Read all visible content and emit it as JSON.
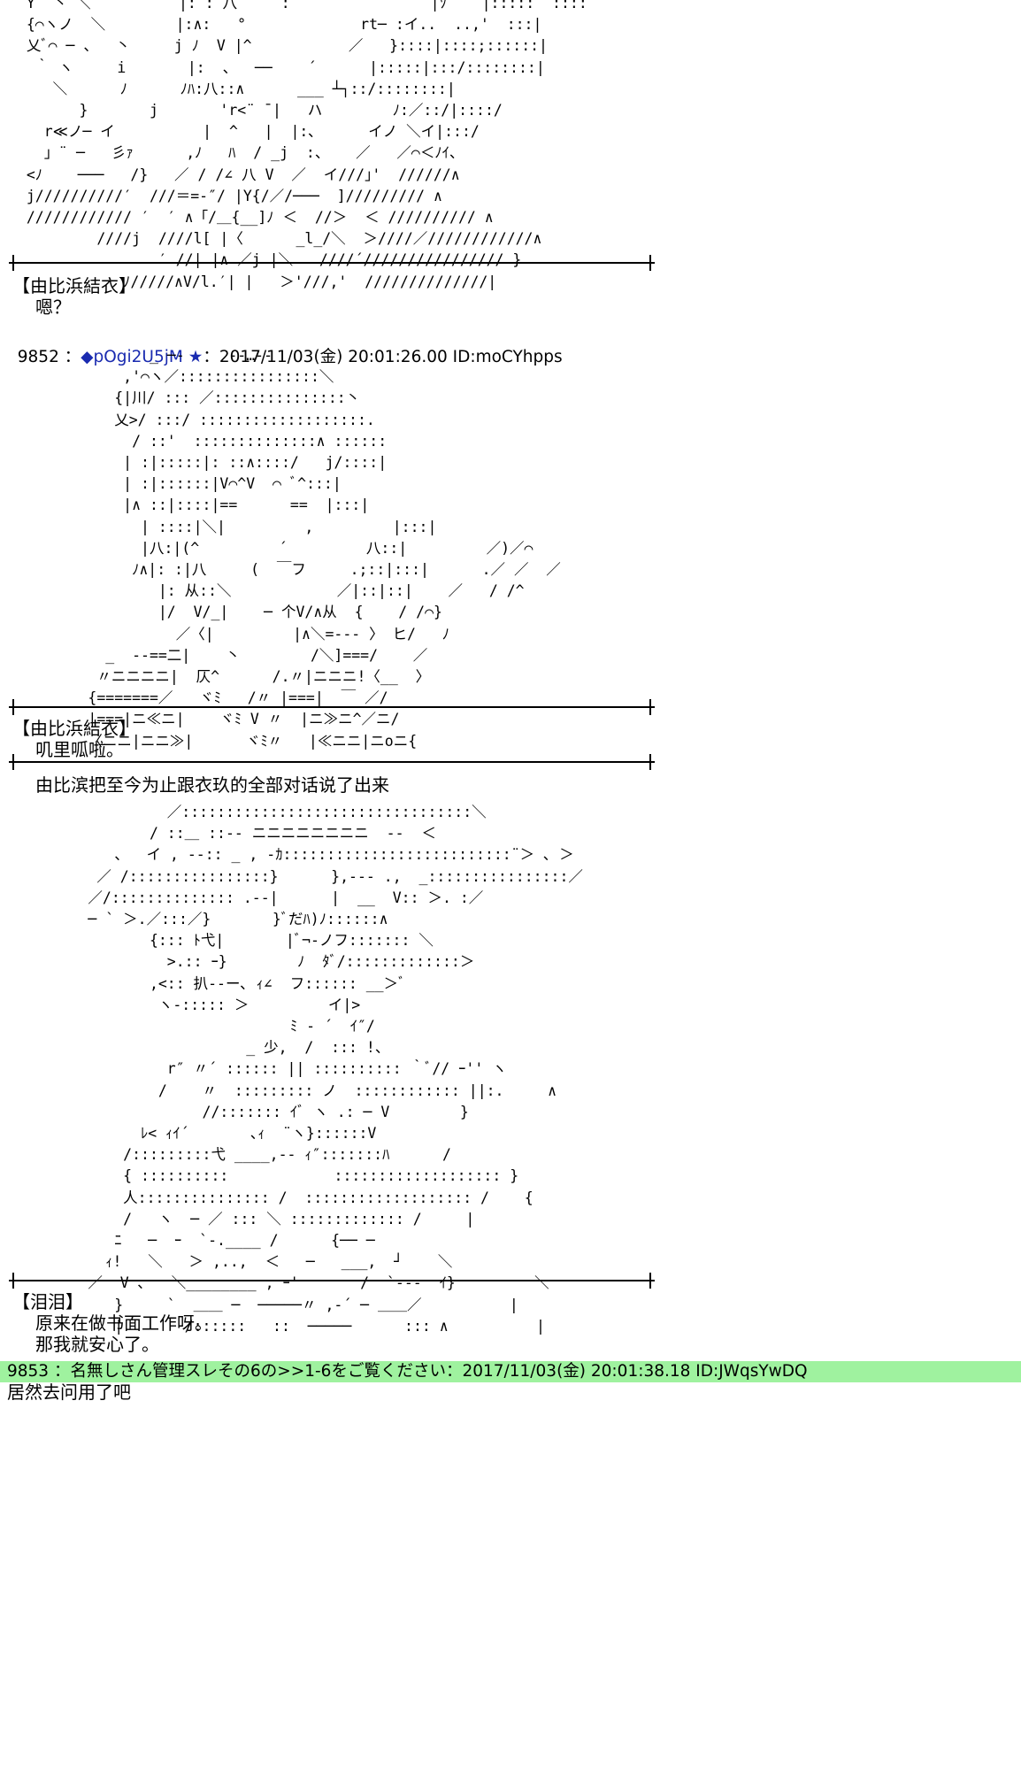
{
  "aa_top": "  Y  丶 ＼          |: : 八     :                |ｿ    |:::::  ::::\n  {⌒ヽノ  ＼        |:∧:   °             rt─ :イ..  ..,'  :::|\n  乂ﾞ⌒ ─ 、  丶     j ﾉ  V |^           ／   }::::|::::;::::::|\n   ｀ ヽ     i       |:  、  ──    ´      |:::::|:::/::::::::|\n     ＼      ﾉ      ﾉﾊ:八::∧      ___ ┴┐::/::::::::|\n        }       j       'r<¨ ¯|   ハ        ﾉ:／::/|::::/\n    r≪ノ─ イ          |  ^   |  |:､      イノ ＼イ|:::/\n    」¨ ─   彡ｧ      ,ﾉ   ﾊ  / _j  :、   ／   ／⌒＜ﾉｲ、\n  <ﾉ    ───   /}   ／ / /∠ 八 V  ／  イ///｣'  //////∧\n  j//////////′  ///＝=-″/ |Y{/／/───  ]///////// ∧\n  //////////// ′  ′ ∧「/＿{__]ﾉ ＜  //＞  ＜ ////////// ∧\n          ////j  ////l[ |〈      _l_/＼  ＞////／////////////∧\n                 ′ //| |∧ ／j |＼   ////´//////////////// }\n             ﾉ/////∧V/l.′| |   ＞'///,'  //////////////|",
  "caption1": {
    "name": "【由比浜結衣】",
    "text": "嗯？"
  },
  "post9852": {
    "num": "9852 ：",
    "trip": "◆pOgi2U5jM ★",
    "date": "：2017/11/03(金) 20:01:26.00 ID:moCYhpps"
  },
  "aa_mid": "                _ ─-     ‐‐…‐-\n             ,'⌒ヽ／::::::::::::::::＼\n            {|川/ ::: ／:::::::::::::::丶\n            乂>/ :::/ :::::::::::::::::::.\n              / ::'  ::::::::::::::∧ ::::::\n             | :|:::::|: ::∧::::/   j/::::|\n             | :|::::::|V⌒^V  ⌒ ﾞ^:::|\n             |∧ ::|::::|==      ==  |:::|\n               | ::::|＼|         ,         |:::|\n               |八:|(^         ´         八::|         ／)／⌒\n              ﾉ∧|: :|八     (  ￣フ     .;::|:::|      .／ ／  ／\n                 |: 从::＼            ／|::|::|    ／   / /^\n                 |/  V/_|    ─ 个V/∧从  {    / /⌒}\n                   ／〈|         |∧＼=--- 〉 ヒ/   ﾉ\n           _  --==二|    丶        /＼]===/    ／\n          〃ニニニニ|  仄^      /.〃|ニニニ!〈__  〉\n         {=======／   ヾﾐ   /〃 |===|  ￣ ／/\n         |===|ニ≪ニ|    ヾﾐ V 〃  |ニ≫ニ^／ニ/\n         〈ニニ|ニニ≫|      ヾﾐ〃   |≪ニニ|ニoニ{",
  "caption2": {
    "name": "【由比浜結衣】",
    "text": "叽里呱啦。"
  },
  "narration": "由比滨把至今为止跟衣玖的全部对话说了出来",
  "aa_bottom": "                  ／:::::::::::::::::::::::::::::::::＼\n                / ::＿ ::-- ニニニニニニニニ  --  ＜\n            、  イ , --:: _ , -ｶ::::::::::::::::::::::::::¨＞ ､ ＞\n          ／ /::::::::::::::::}      },--- .,  _::::::::::::::::／\n         ／/:::::::::::::: .--|      |  __  V:: ＞. :／\n         ─ ` ＞.／:::／}       }ﾞだﾊ)ﾉ::::::∧\n                {::: ﾄ弋|       |ﾞ¬-ノフ::::::: ＼\n                  >.:: ｰ}        ﾉ  ﾀﾞ/:::::::::::::＞\n                ,<:: 扒-‐ー､ ｨ∠  フ:::::: __＞ﾞ\n                 ヽ-::::: ＞         イ|>\n                                ﾐ - ´  ｲ″/\n                           _ 少,  /  ::: !、\n                  r″ 〃´ :::::: || :::::::::: ｀ﾞ// ｰ'' ヽ\n                 /    〃  ::::::::: ノ  :::::::::::: ||:.     ∧\n                      //::::::: ｲﾞ ヽ .: ─ V        }\n               ﾚ< ｨｲ´       ､ｨ  ¨ヽ}::::::V\n             /:::::::::弋 ____,-- ｨ″:::::::ﾊ      /\n             { ::::::::::            ::::::::::::::::::: }\n             人::::::::::::::: /  ::::::::::::::::::: /    {\n             /   ヽ  ─ ／ ::: ＼ ::::::::::::: /     |\n            ﾆ   ─  ｰ  `-.____ /      {── ─\n           ｨ!   ＼   ＞ ,..,  ＜   ─   ___,  ┘    ＼\n         ／  V ､   ＼________ , ｰ'       /  `---  ｲ}         ＼\n            }     `  ＿＿ ─  ─────〃 ,-´ ─ ＿＿／          |\n            |       /::::::   ::  ─────      ::: ∧          |",
  "caption3": {
    "name": "【泪泪】",
    "line1": "原来在做书面工作呀。",
    "line2": "那我就安心了。"
  },
  "post9853": {
    "text": "9853 ：名無しさん管理スレその6の>>1-6をご覧ください：2017/11/03(金) 20:01:38.18 ID:JWqsYwDQ",
    "next": "居然去问用了吧"
  }
}
